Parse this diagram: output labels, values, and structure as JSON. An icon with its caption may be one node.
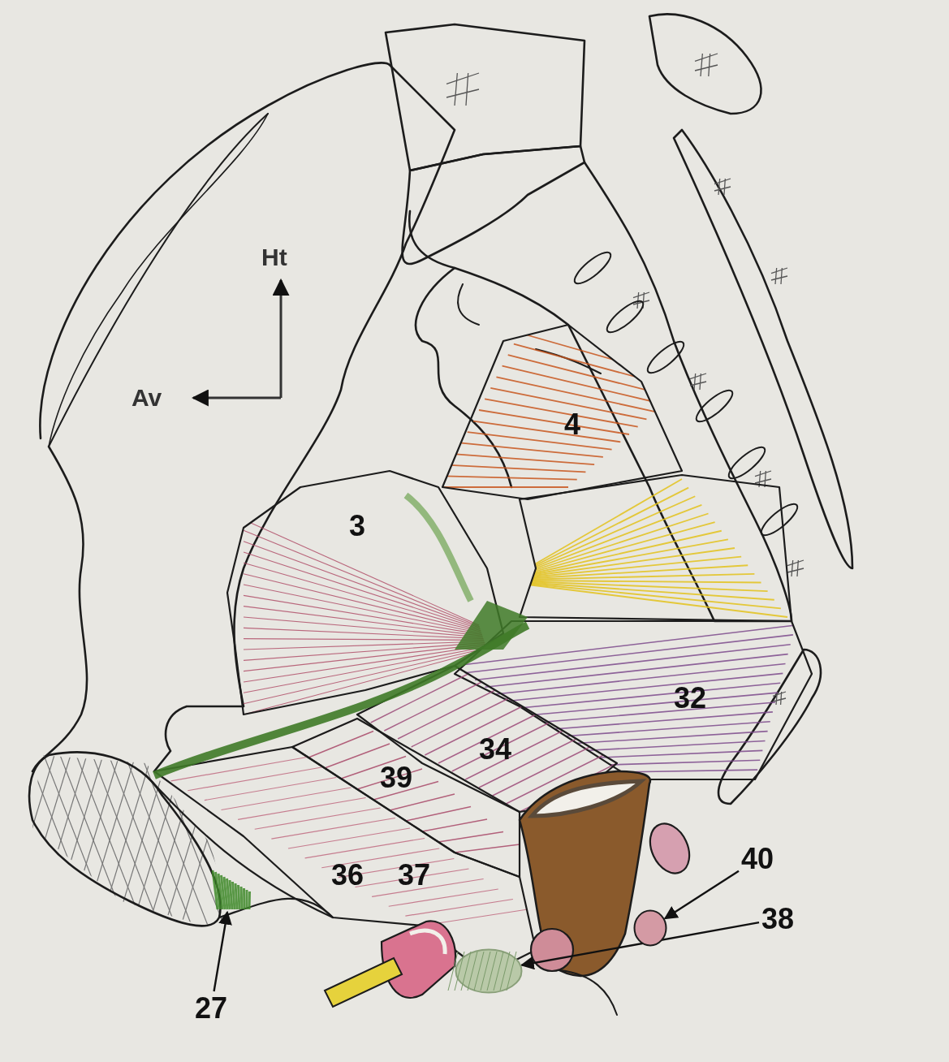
{
  "diagram": {
    "nodes": [
      {
        "text": [
          "40"
        ]
      },
      {
        "text": [],
        "shape": "circle"
      },
      {
        "text": [
          "38"
        ]
      },
      {
        "text": [],
        "shape": "circle"
      },
      {
        "text": [
          "27"
        ]
      },
      {
        "text": [],
        "shape": "picture"
      }
    ],
    "edges": [
      {
        "from": 0,
        "to": 1,
        "arrow": "to"
      },
      {
        "from": 2,
        "to": 3,
        "arrow": "to"
      },
      {
        "from": 4,
        "to": 5,
        "arrow": "to"
      }
    ],
    "labels": [
      "Ht",
      "Av",
      "4",
      "3",
      "32",
      "34",
      "39",
      "36",
      "37"
    ]
  }
}
